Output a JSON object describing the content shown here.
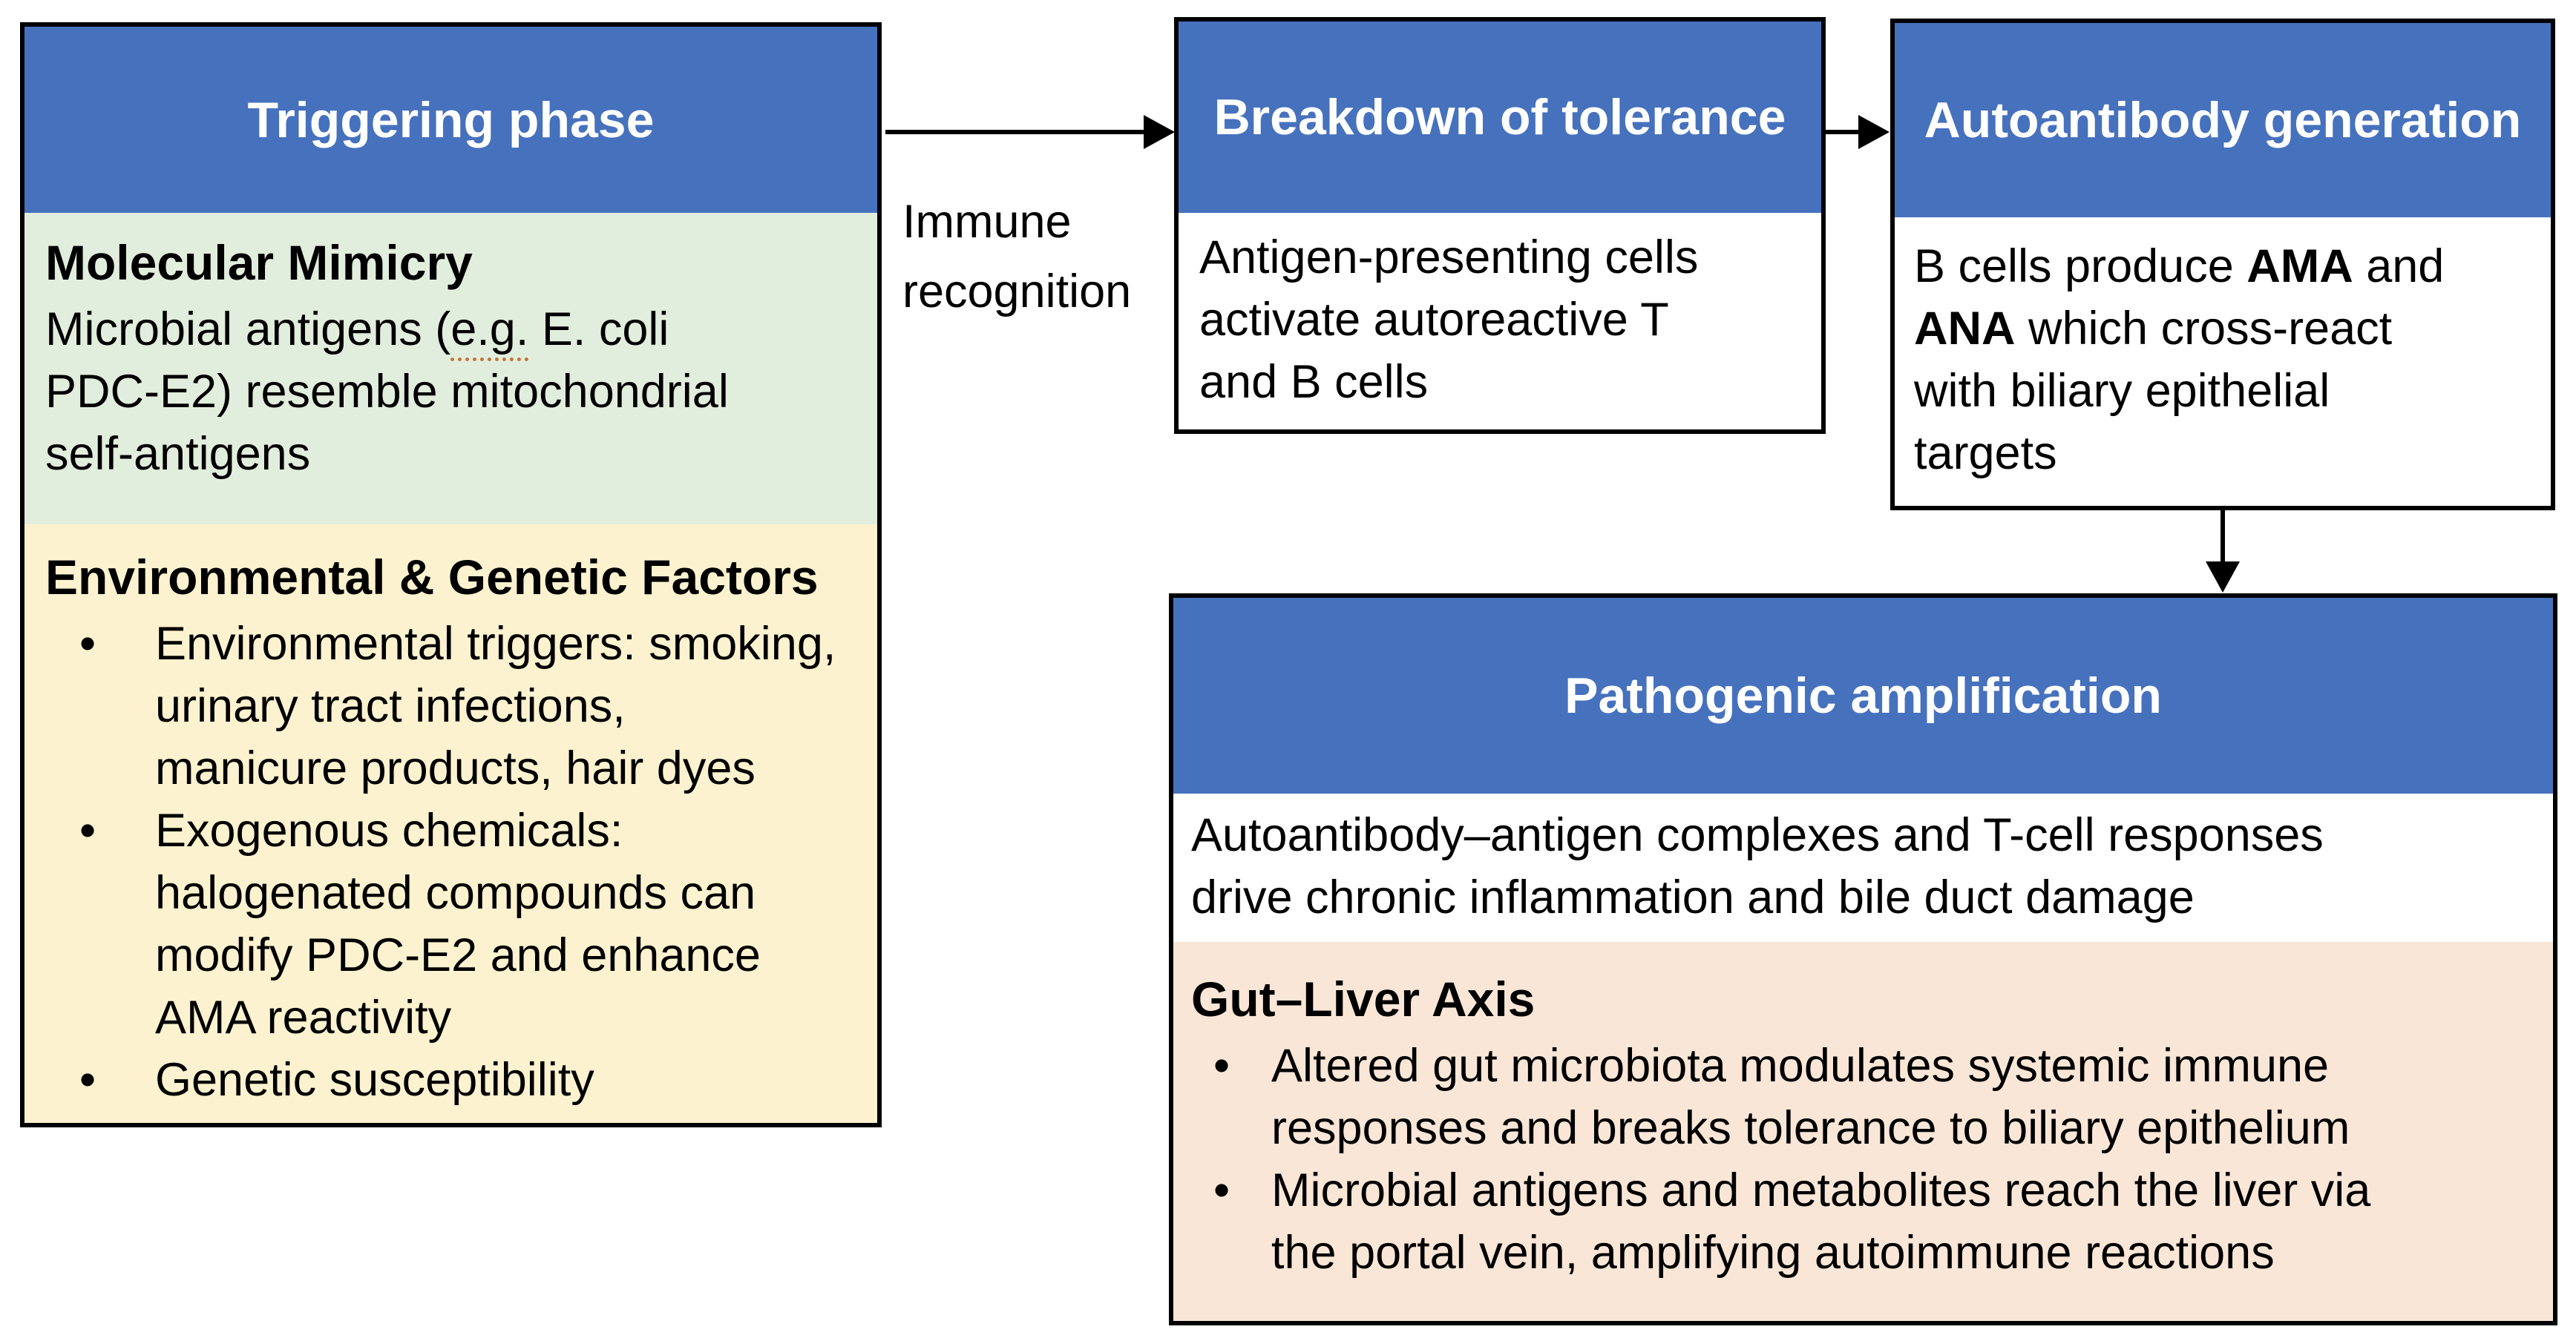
{
  "colors": {
    "header_blue": "#4671bd",
    "mimicry_green": "#e2eedd",
    "factors_yellow": "#fdf2cf",
    "gut_liver_peach": "#fae6d7",
    "border_black": "#000000",
    "title_text": "#ffffff",
    "body_text": "#000000",
    "spellcheck_underline": "#c4763a"
  },
  "boxes": {
    "triggering_phase": {
      "title": "Triggering phase",
      "molecular_mimicry": {
        "heading": "Molecular Mimicry",
        "body_prefix": "Microbial antigens (",
        "spellcheck_word": "e.g.",
        "body_suffix": " E. coli\nPDC-E2) resemble mitochondrial\nself-antigens"
      },
      "environmental_genetic": {
        "heading": "Environmental & Genetic Factors",
        "bullets": [
          "Environmental triggers: smoking,\nurinary tract infections,\nmanicure products, hair dyes",
          "Exogenous chemicals:\nhalogenated compounds can\nmodify PDC-E2 and enhance\nAMA reactivity",
          "Genetic susceptibility"
        ]
      }
    },
    "breakdown_of_tolerance": {
      "title": "Breakdown of tolerance",
      "body": "Antigen-presenting cells\nactivate autoreactive T\nand B cells"
    },
    "autoantibody_generation": {
      "title": "Autoantibody generation",
      "body_seg1": "B cells produce ",
      "body_bold1": "AMA",
      "body_seg2": " and\n",
      "body_bold2": "ANA",
      "body_seg3": " which cross-react\nwith biliary epithelial\ntargets"
    },
    "pathogenic_amplification": {
      "title": "Pathogenic amplification",
      "body": "Autoantibody–antigen complexes and T-cell responses\ndrive chronic inflammation and bile duct damage",
      "gut_liver_axis": {
        "heading": "Gut–Liver Axis",
        "bullets": [
          "Altered gut microbiota modulates systemic immune\nresponses and breaks tolerance to biliary epithelium",
          "Microbial antigens and metabolites reach the liver via\nthe portal vein, amplifying autoimmune reactions"
        ]
      }
    }
  },
  "arrows": {
    "immune_recognition_label": "Immune\nrecognition"
  }
}
